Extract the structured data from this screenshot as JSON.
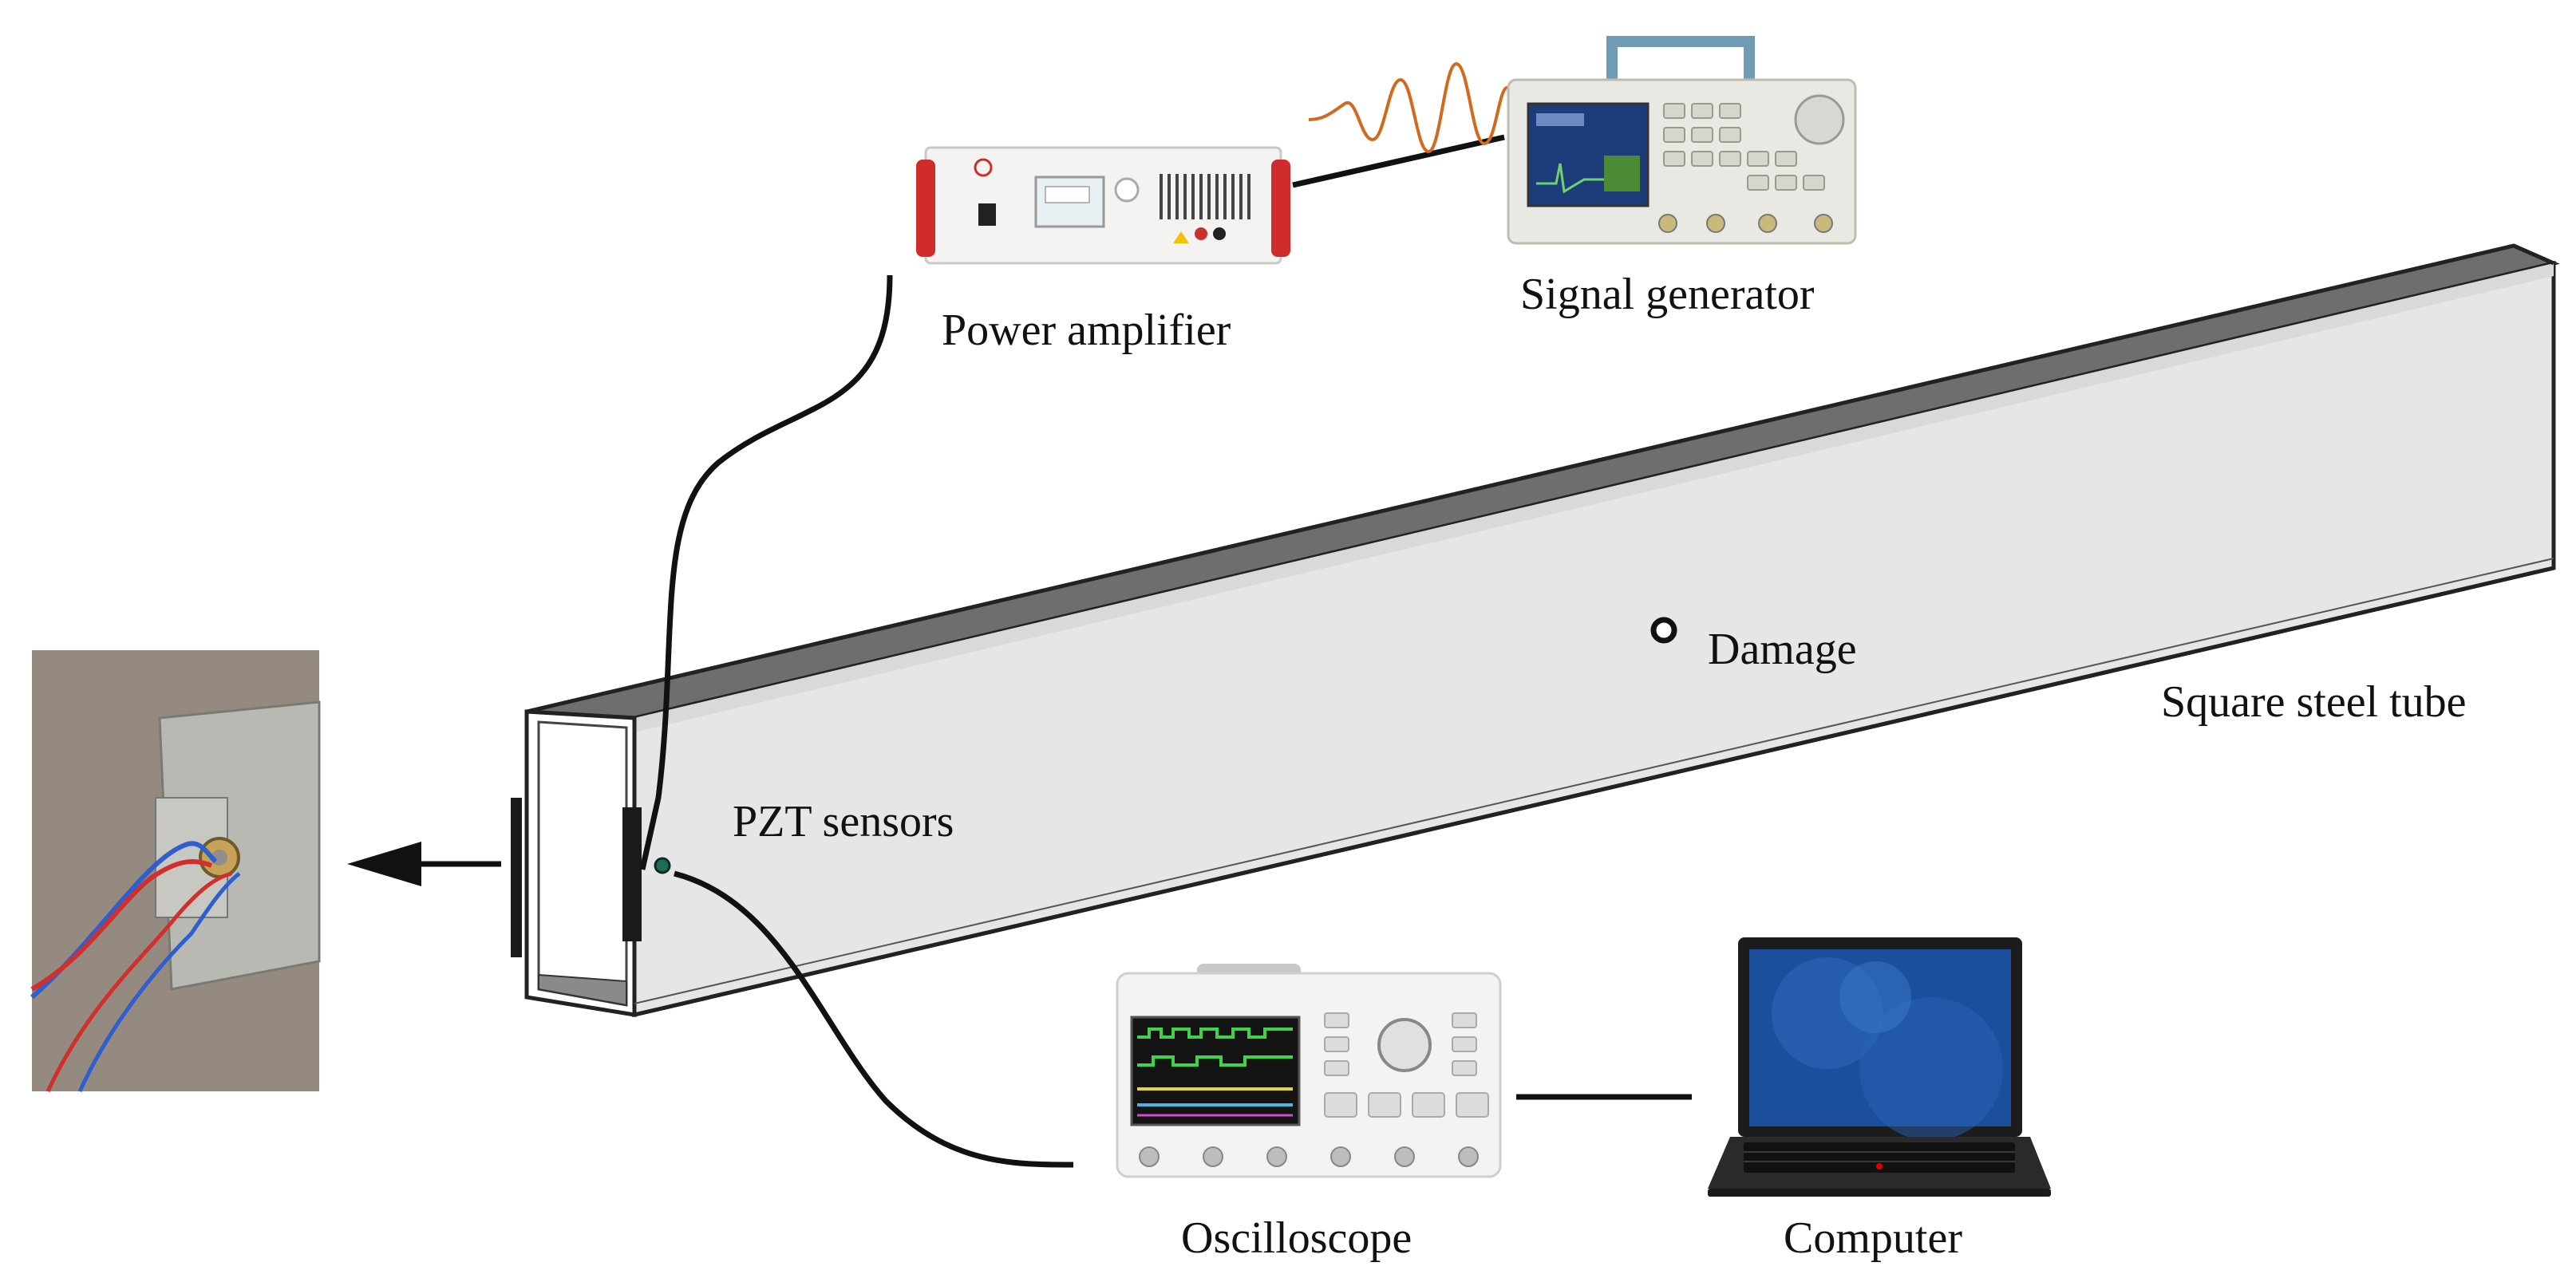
{
  "labels": {
    "power_amplifier": "Power amplifier",
    "signal_generator": "Signal generator",
    "damage": "Damage",
    "square_steel_tube": "Square steel tube",
    "pzt_sensors": "PZT sensors",
    "oscilloscope": "Oscilloscope",
    "computer": "Computer"
  },
  "colors": {
    "tube_face": "#e8e8e8",
    "tube_top": "#707070",
    "tube_edge": "#222222",
    "wave": "#d2691e",
    "amp_handle": "#d12c2c",
    "wire_blue": "#2f5fcf",
    "wire_red": "#d0302c",
    "screen_blue": "#1b4f9c"
  }
}
